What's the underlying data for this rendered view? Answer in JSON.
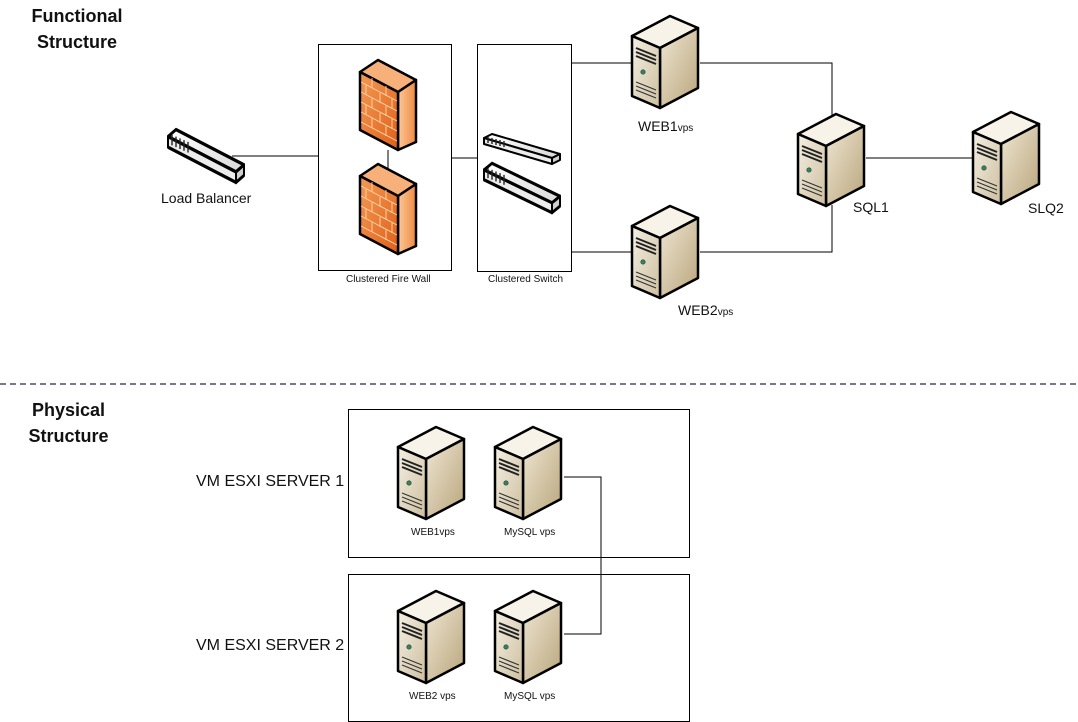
{
  "functional": {
    "title_line1": "Functional",
    "title_line2": "Structure",
    "load_balancer": "Load Balancer",
    "firewall_group": "Clustered Fire Wall",
    "switch_group": "Clustered Switch",
    "web1": {
      "main": "WEB1",
      "sub": "vps"
    },
    "web2": {
      "main": "WEB2",
      "sub": "vps"
    },
    "sql1": "SQL1",
    "sql2": "SLQ2"
  },
  "physical": {
    "title_line1": "Physical",
    "title_line2": "Structure",
    "servers": [
      {
        "label": "VM ESXI SERVER 1",
        "vms": [
          "WEB1vps",
          "MySQL vps"
        ]
      },
      {
        "label": "VM ESXI SERVER 2",
        "vms": [
          "WEB2 vps",
          "MySQL vps"
        ]
      }
    ]
  },
  "colors": {
    "separator": "#1f2a5c",
    "firewall": "#f07a30",
    "server": "#e6dcc4"
  }
}
